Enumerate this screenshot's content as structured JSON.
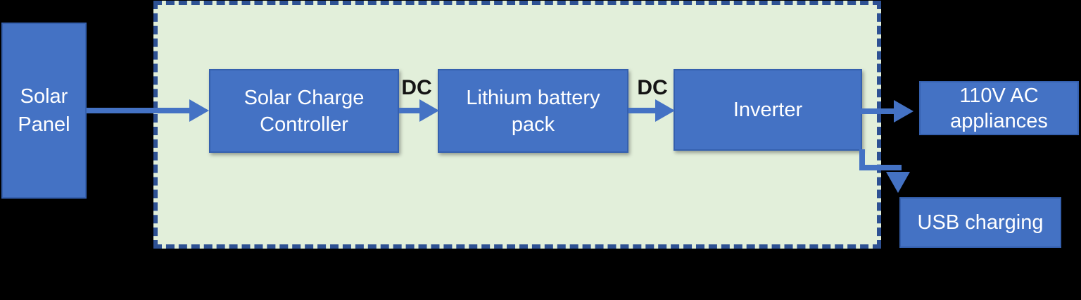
{
  "diagram": {
    "title": "solar-power-system-block-diagram",
    "colors": {
      "background": "#000000",
      "node_fill": "#4472C4",
      "node_border": "#3560AE",
      "node_text": "#FFFFFF",
      "boundary_fill": "#E2EFDA",
      "boundary_border": "#2E5193",
      "arrow": "#4472C4",
      "edge_label_text": "#141414"
    },
    "nodes": {
      "solar_panel": {
        "lines": [
          "Solar",
          "Panel"
        ]
      },
      "solar_charge_controller": {
        "lines": [
          "Solar Charge",
          "Controller"
        ]
      },
      "lithium_battery_pack": {
        "lines": [
          "Lithium battery",
          "pack"
        ]
      },
      "inverter": {
        "lines": [
          "Inverter"
        ]
      },
      "ac_appliances": {
        "lines": [
          "110V AC",
          "appliances"
        ]
      },
      "usb_charging": {
        "lines": [
          "USB charging"
        ]
      }
    },
    "edge_labels": {
      "dc_1": "DC",
      "dc_2": "DC"
    }
  }
}
